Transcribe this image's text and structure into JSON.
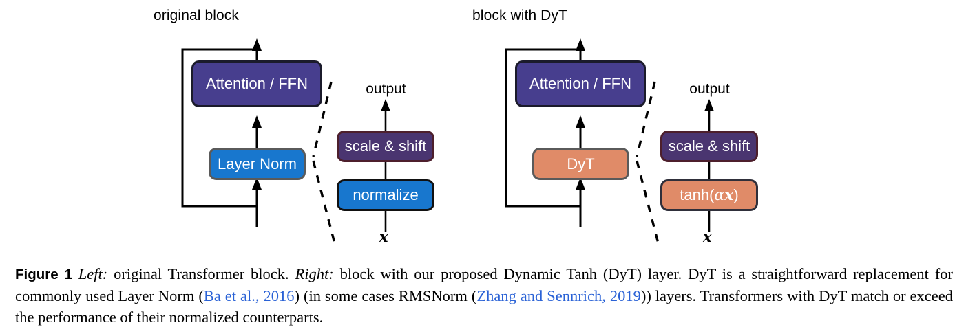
{
  "figure": {
    "panels": [
      {
        "title": "original block",
        "main_boxes": [
          {
            "label": "Attention / FFN",
            "style": "attention"
          },
          {
            "label": "Layer Norm",
            "style": "layer-norm"
          }
        ],
        "detail": {
          "output_label": "output",
          "input_label": "x",
          "boxes": [
            {
              "label": "scale & shift",
              "style": "scale-shift"
            },
            {
              "label": "normalize",
              "style": "normalize"
            }
          ]
        }
      },
      {
        "title": "block with DyT",
        "main_boxes": [
          {
            "label": "Attention / FFN",
            "style": "attention"
          },
          {
            "label": "DyT",
            "style": "dyt"
          }
        ],
        "detail": {
          "output_label": "output",
          "input_label": "x",
          "boxes": [
            {
              "label": "scale & shift",
              "style": "scale-shift"
            },
            {
              "label": "tanh(αx)",
              "style": "tanh",
              "parts": {
                "fn": "tanh(",
                "alpha": "α",
                "var": "x",
                "close": ")"
              }
            }
          ]
        }
      }
    ],
    "colors": {
      "attention_fill": "#473E8E",
      "attention_border": "#1b1b2b",
      "blue_fill": "#1877CE",
      "orange_fill": "#E08B68",
      "scale_shift_fill": "#4A3570",
      "scale_shift_border": "#4d1f2c",
      "gray_border": "#5a5a5a",
      "wire": "#000000",
      "dashed": "#000000"
    }
  },
  "caption": {
    "figure_label": "Figure 1",
    "segments": [
      {
        "text": "Left:",
        "style": "italic"
      },
      {
        "text": " original Transformer block. ",
        "style": "normal"
      },
      {
        "text": "Right:",
        "style": "italic"
      },
      {
        "text": " block with our proposed Dynamic Tanh (DyT) layer. DyT is a straightforward replacement for commonly used Layer Norm (",
        "style": "normal"
      },
      {
        "text": "Ba et al., 2016",
        "style": "cite"
      },
      {
        "text": ") (in some cases RMSNorm (",
        "style": "normal"
      },
      {
        "text": "Zhang and Sennrich, 2019",
        "style": "cite"
      },
      {
        "text": ")) layers. Transformers with DyT match or exceed the performance of their normalized counterparts.",
        "style": "normal"
      }
    ],
    "cite_color": "#2a62d6",
    "full_text": "Figure 1 Left: original Transformer block. Right: block with our proposed Dynamic Tanh (DyT) layer. DyT is a straightforward replacement for commonly used Layer Norm (Ba et al., 2016) (in some cases RMSNorm (Zhang and Sennrich, 2019)) layers. Transformers with DyT match or exceed the performance of their normalized counterparts."
  }
}
